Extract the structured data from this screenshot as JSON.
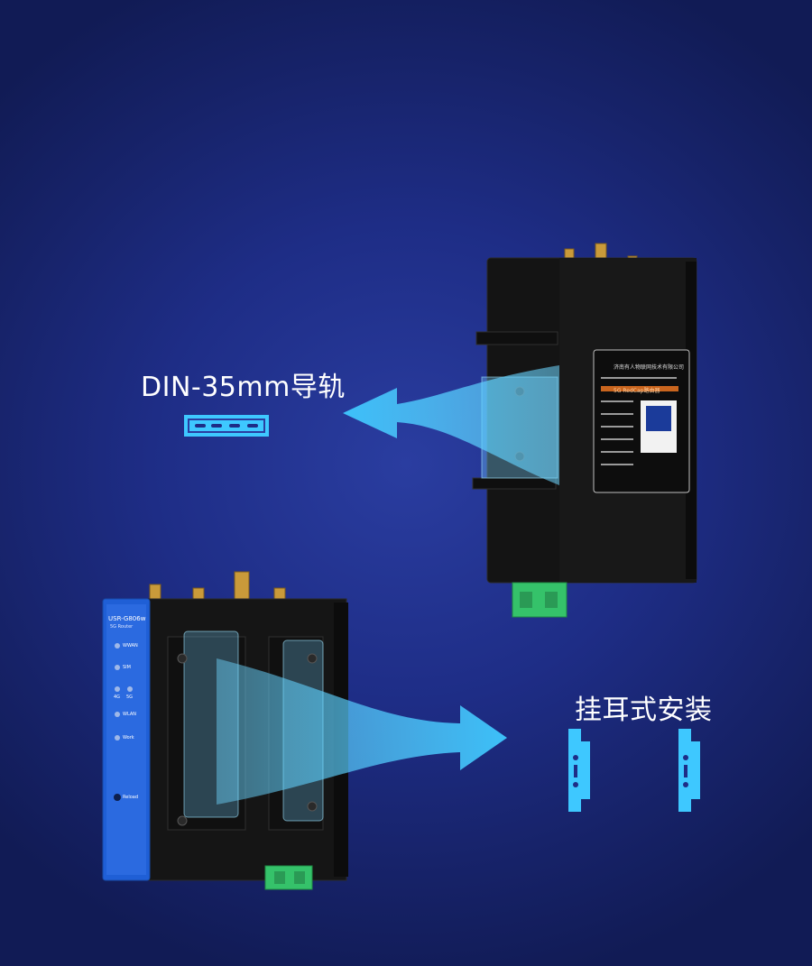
{
  "din_rail": {
    "title": "DIN-35mm导轨",
    "icon": "din-rail-icon"
  },
  "wall_mount": {
    "title": "挂耳式安装",
    "icon": "mounting-ear-icon"
  },
  "device_front": {
    "model": "USR-G806w",
    "sub": "5G Router",
    "leds": [
      "WWAN",
      "SIM",
      "4G",
      "5G",
      "WLAN",
      "Work"
    ],
    "reload": "Reload"
  },
  "device_back_label": {
    "brand": "济南有人物联网技术有限公司",
    "product": "5G RedCap路由器"
  },
  "colors": {
    "background": "#1e2d86",
    "arrow": "#3ec8ff",
    "device_body": "#151515",
    "front_panel": "#1f5fd6",
    "terminal": "#35c26a"
  }
}
